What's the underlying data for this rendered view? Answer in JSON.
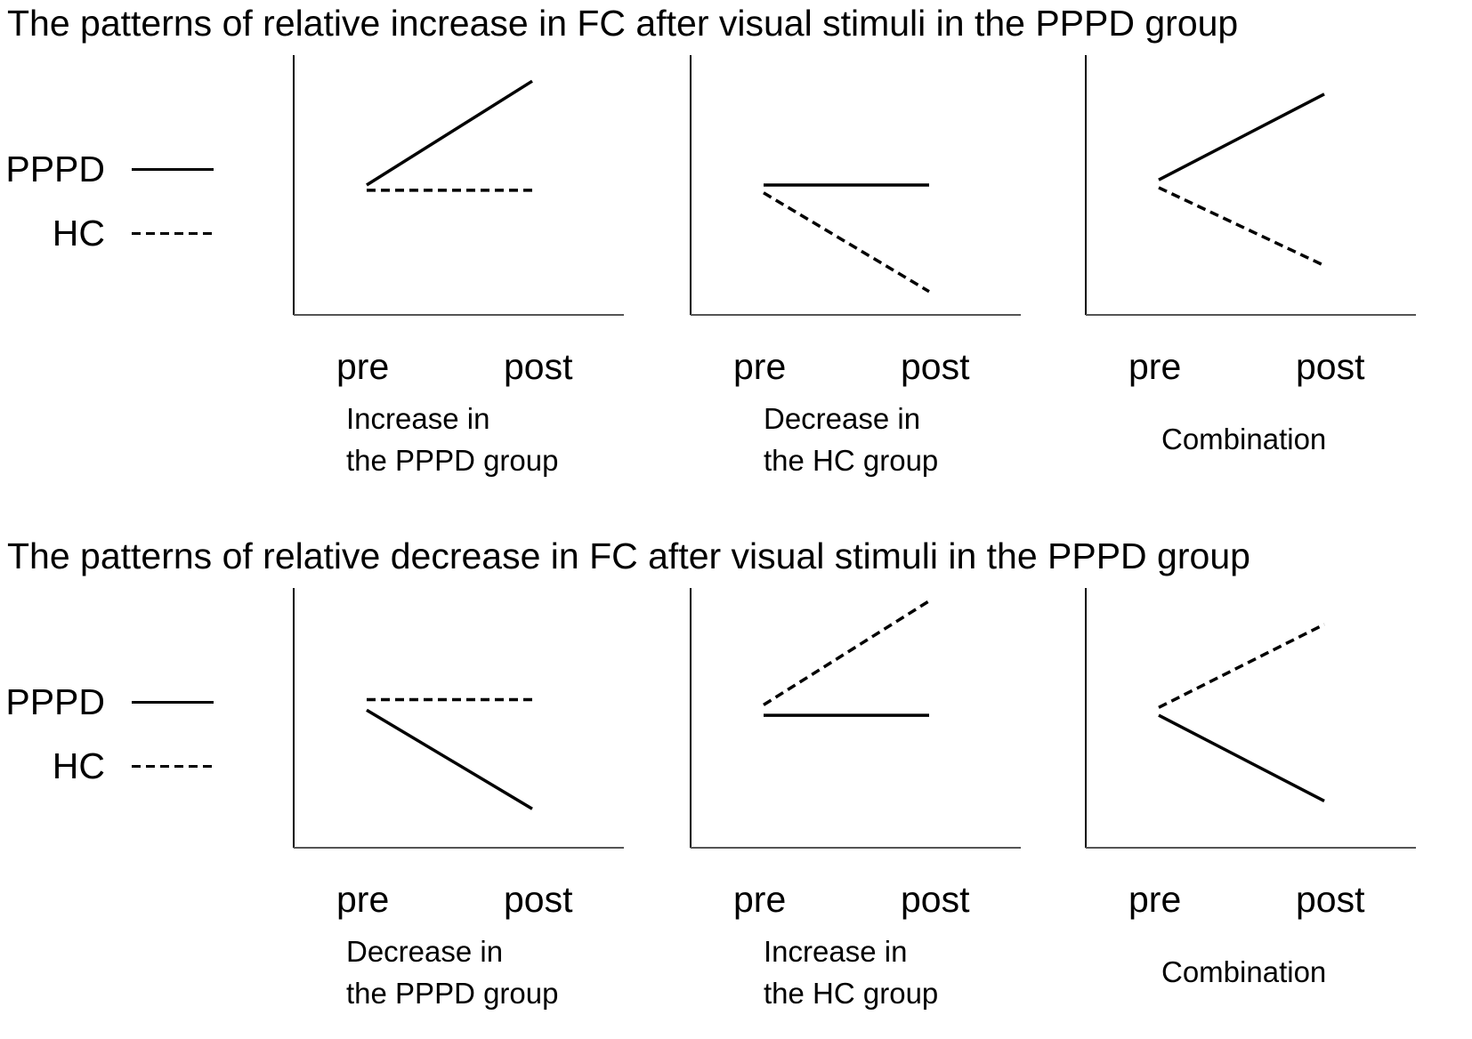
{
  "legend": [
    {
      "label": "PPPD",
      "style": "solid"
    },
    {
      "label": "HC",
      "style": "dashed"
    }
  ],
  "sections": [
    {
      "title": "The patterns of relative increase in FC after visual stimuli in the PPPD group",
      "panels": [
        {
          "caption": [
            "Increase in",
            "the PPPD group"
          ]
        },
        {
          "caption": [
            "Decrease in",
            "the HC group"
          ]
        },
        {
          "caption": [
            "Combination"
          ]
        }
      ]
    },
    {
      "title": "The patterns of relative decrease in FC after visual stimuli in the PPPD group",
      "panels": [
        {
          "caption": [
            "Decrease in",
            "the PPPD group"
          ]
        },
        {
          "caption": [
            "Increase in",
            "the HC group"
          ]
        },
        {
          "caption": [
            "Combination"
          ]
        }
      ]
    }
  ],
  "chart_data": [
    {
      "type": "line",
      "categories": [
        "pre",
        "post"
      ],
      "ylim": [
        0,
        10
      ],
      "series": [
        {
          "name": "PPPD",
          "values": [
            5.0,
            9.0
          ]
        },
        {
          "name": "HC",
          "values": [
            4.8,
            4.8
          ]
        }
      ]
    },
    {
      "type": "line",
      "categories": [
        "pre",
        "post"
      ],
      "ylim": [
        0,
        10
      ],
      "series": [
        {
          "name": "PPPD",
          "values": [
            5.0,
            5.0
          ]
        },
        {
          "name": "HC",
          "values": [
            4.7,
            0.9
          ]
        }
      ]
    },
    {
      "type": "line",
      "categories": [
        "pre",
        "post"
      ],
      "ylim": [
        0,
        10
      ],
      "series": [
        {
          "name": "PPPD",
          "values": [
            5.2,
            8.5
          ]
        },
        {
          "name": "HC",
          "values": [
            4.9,
            1.9
          ]
        }
      ]
    },
    {
      "type": "line",
      "categories": [
        "pre",
        "post"
      ],
      "ylim": [
        0,
        10
      ],
      "series": [
        {
          "name": "PPPD",
          "values": [
            5.3,
            1.5
          ]
        },
        {
          "name": "HC",
          "values": [
            5.7,
            5.7
          ]
        }
      ]
    },
    {
      "type": "line",
      "categories": [
        "pre",
        "post"
      ],
      "ylim": [
        0,
        10
      ],
      "series": [
        {
          "name": "PPPD",
          "values": [
            5.1,
            5.1
          ]
        },
        {
          "name": "HC",
          "values": [
            5.5,
            9.5
          ]
        }
      ]
    },
    {
      "type": "line",
      "categories": [
        "pre",
        "post"
      ],
      "ylim": [
        0,
        10
      ],
      "series": [
        {
          "name": "PPPD",
          "values": [
            5.1,
            1.8
          ]
        },
        {
          "name": "HC",
          "values": [
            5.4,
            8.6
          ]
        }
      ]
    }
  ]
}
